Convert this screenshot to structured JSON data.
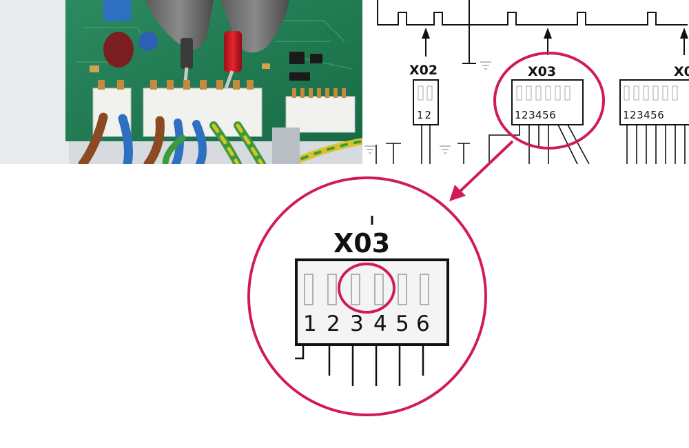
{
  "schematic": {
    "connectors": [
      {
        "label": "X02",
        "pins": "12"
      },
      {
        "label": "X03",
        "pins": "123456"
      },
      {
        "label": "X0",
        "pins": "123456"
      }
    ]
  },
  "zoom": {
    "label": "X03",
    "pin_numbers": [
      "1",
      "2",
      "3",
      "4",
      "5",
      "6"
    ]
  },
  "colors": {
    "highlight": "#d11a5c",
    "board_green": "#1f7a52",
    "line": "#111111"
  }
}
